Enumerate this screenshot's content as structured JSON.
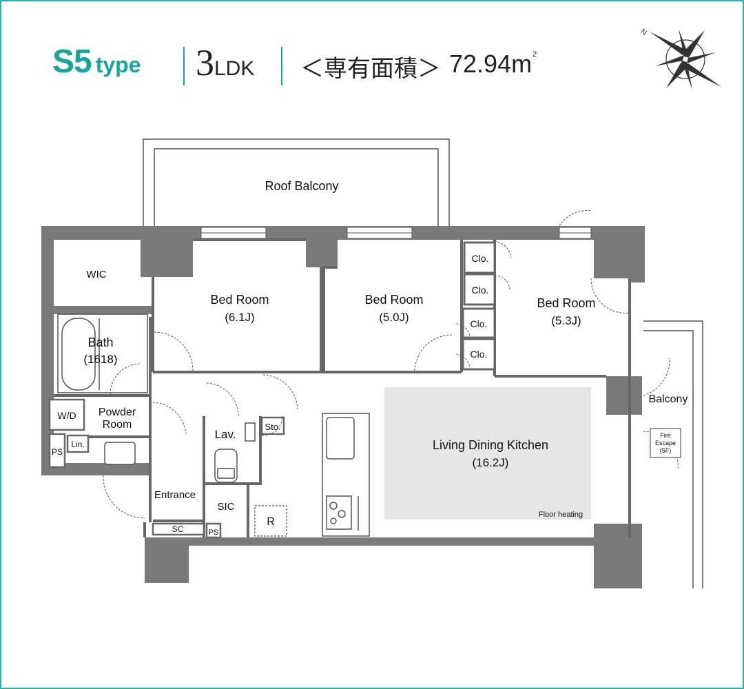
{
  "header": {
    "type_name": "S5",
    "type_suffix": "type",
    "layout_num": "3",
    "layout_suffix": "LDK",
    "area_label": "＜専有面積＞",
    "area_value": "72.94",
    "area_unit": "m",
    "area_unit_sup": "2"
  },
  "compass": {
    "north_label": "N"
  },
  "rooms": {
    "roof_balcony": "Roof Balcony",
    "wic": "WIC",
    "bed1_name": "Bed Room",
    "bed1_size": "(6.1J)",
    "bed2_name": "Bed Room",
    "bed2_size": "(5.0J)",
    "bed3_name": "Bed Room",
    "bed3_size": "(5.3J)",
    "clo": "Clo.",
    "bath_name": "Bath",
    "bath_size": "(1618)",
    "wd": "W/D",
    "powder_line1": "Powder",
    "powder_line2": "Room",
    "lin": "Lin.",
    "ps": "PS",
    "lav": "Lav.",
    "sto": "Sto.",
    "entrance": "Entrance",
    "sic": "SIC",
    "sc": "SC",
    "r": "R",
    "ldk_name": "Living Dining Kitchen",
    "ldk_size": "(16.2J)",
    "floor_heating": "Floor heating",
    "balcony": "Balcony",
    "fire_line1": "Fire",
    "fire_line2": "Escape",
    "fire_line3": "(5F)"
  },
  "colors": {
    "accent": "#16a69a",
    "wall": "#7a7a7a",
    "floor_heat": "#e6e6e6",
    "frame": "#2bb0a7"
  }
}
